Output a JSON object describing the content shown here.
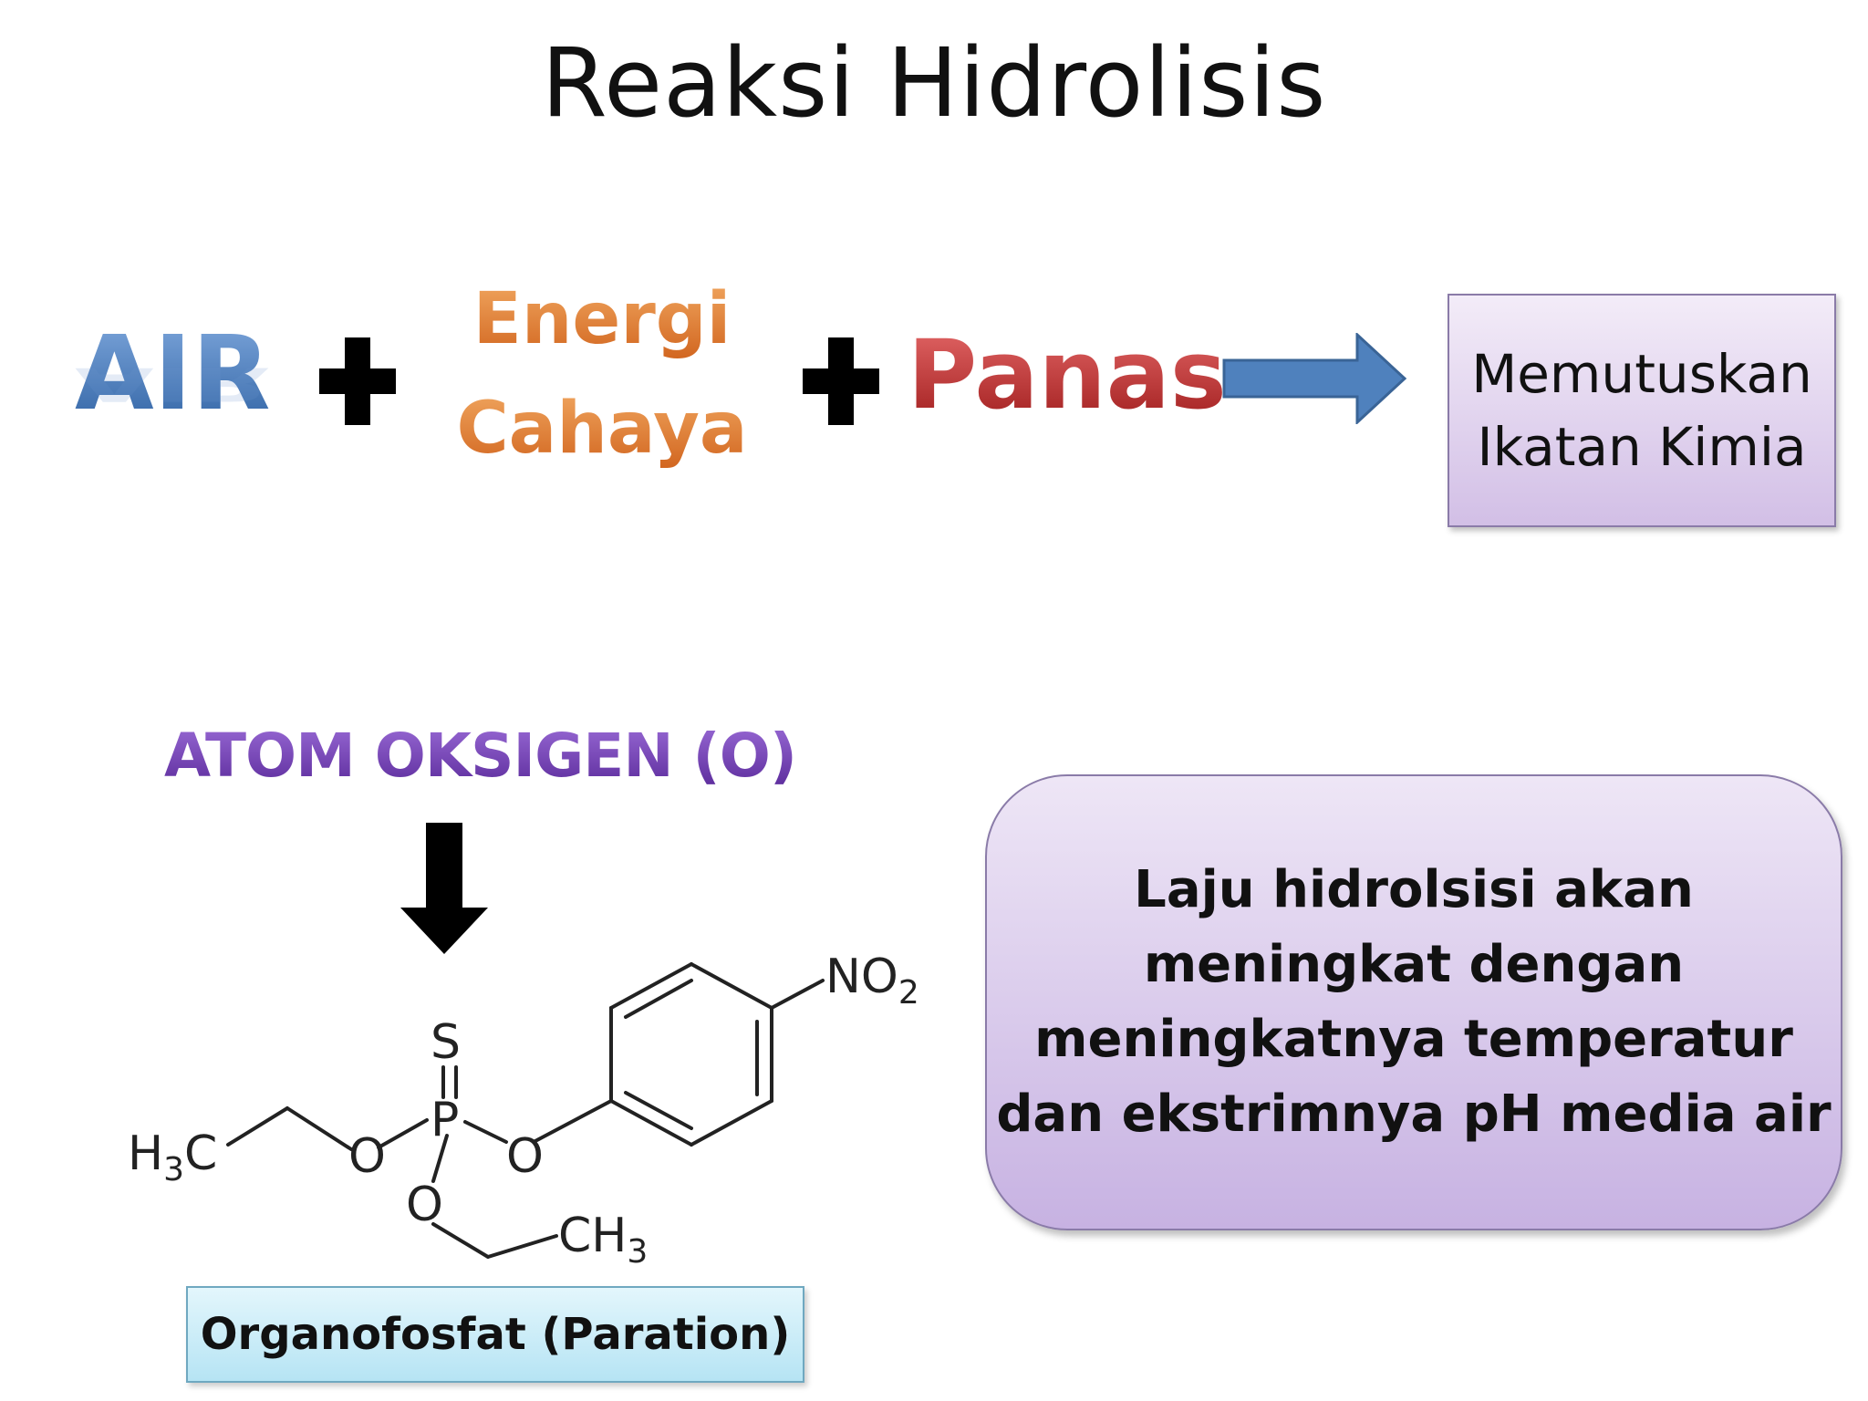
{
  "title": "Reaksi Hidrolisis",
  "equation": {
    "term1": "AIR",
    "term2_line1": "Energi",
    "term2_line2": "Cahaya",
    "term3": "Panas",
    "result_line1": "Memutuskan",
    "result_line2": "Ikatan Kimia"
  },
  "molecule": {
    "heading": "ATOM OKSIGEN (O)",
    "atoms": {
      "S": "S",
      "P": "P",
      "O": "O",
      "N": "NO",
      "sub2": "2",
      "H3C_H": "H",
      "sub3": "3",
      "C": "C",
      "CH": "CH"
    },
    "caption": "Organofosfat (Paration)"
  },
  "info": {
    "text": "Laju hidrolsisi akan\nmeningkat dengan\nmeningkatnya temperatur\ndan ekstrimnya pH media air"
  },
  "colors": {
    "arrow": "#4f81bd",
    "result_box": "#d7c6ea",
    "info_box": "#cdb9e5",
    "label_box": "#c2e9f6"
  }
}
